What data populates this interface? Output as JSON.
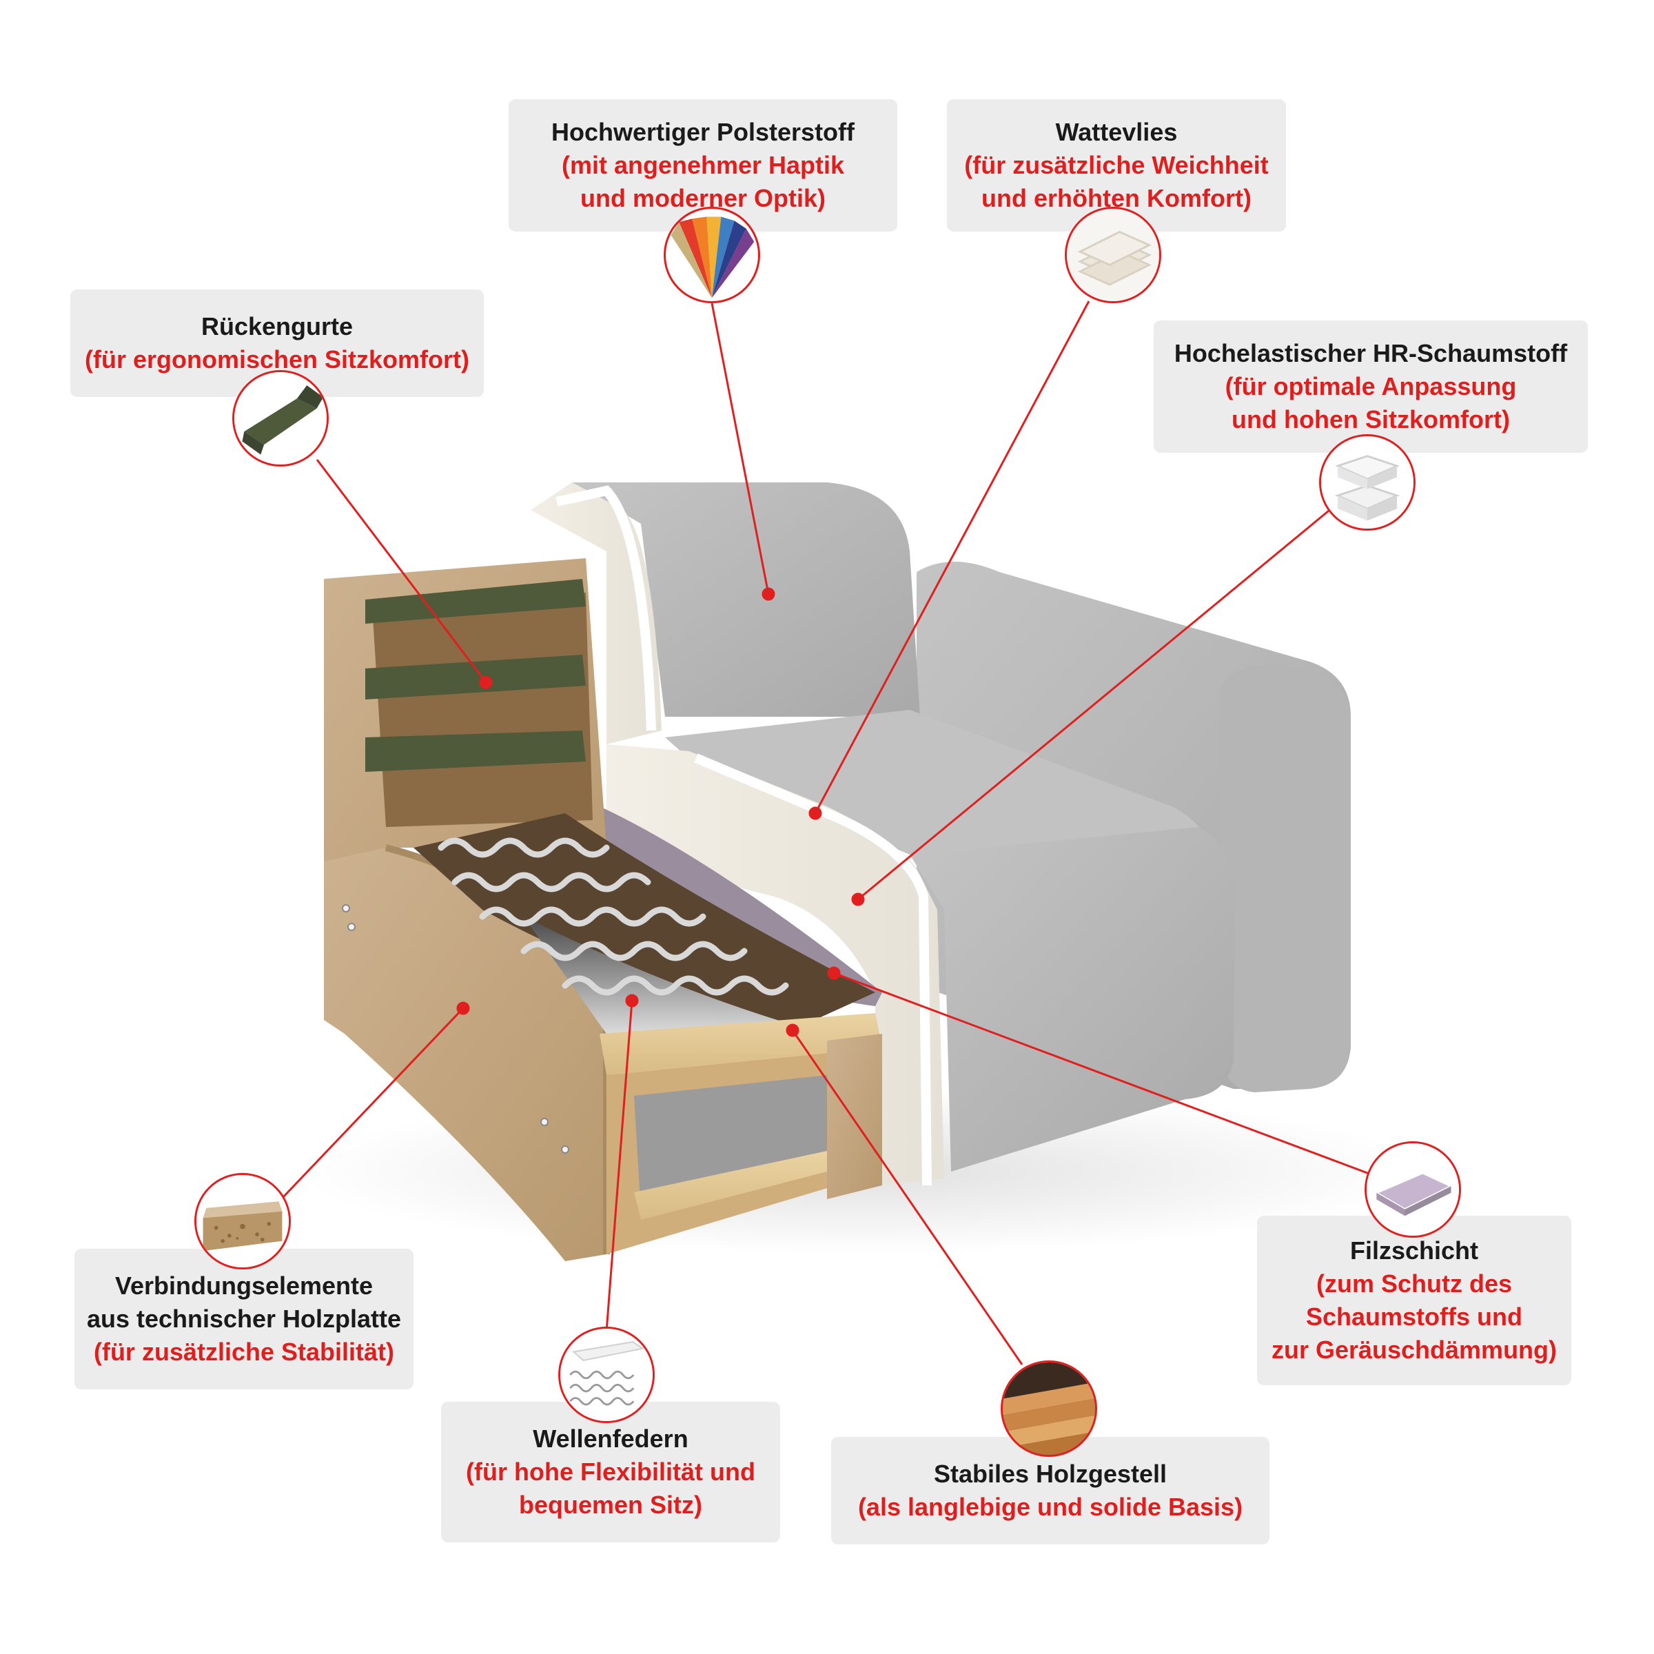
{
  "colors": {
    "accent": "#e11e1e",
    "callout_bg": "#ececec",
    "fabric_grey": "#b9b9b9",
    "chipboard": "#c7ab88"
  },
  "callouts": {
    "polsterstoff": {
      "title": "Hochwertiger Polsterstoff",
      "subtitle": "(mit angenehmer Haptik\nund moderner Optik)",
      "icon": "fabric-swatch-icon"
    },
    "wattevlies": {
      "title": "Wattevlies",
      "subtitle": "(für zusätzliche Weichheit\nund erhöhten Komfort)",
      "icon": "wadding-fleece-icon"
    },
    "rueckengurte": {
      "title": "Rückengurte",
      "subtitle": "(für ergonomischen Sitzkomfort)",
      "icon": "back-strap-icon"
    },
    "hr_schaum": {
      "title": "Hochelastischer HR-Schaumstoff",
      "subtitle": "(für optimale Anpassung\nund hohen Sitzkomfort)",
      "icon": "foam-block-icon"
    },
    "filzschicht": {
      "title": "Filzschicht",
      "subtitle": "(zum Schutz des\nSchaumstoffs und\nzur Geräuschdämmung)",
      "icon": "felt-layer-icon"
    },
    "holzplatte": {
      "title": "Verbindungselemente\naus technischer Holzplatte",
      "subtitle": "(für zusätzliche Stabilität)",
      "icon": "chipboard-icon"
    },
    "wellenfedern": {
      "title": "Wellenfedern",
      "subtitle": "(für hohe Flexibilität und\nbequemen Sitz)",
      "icon": "wave-spring-icon"
    },
    "holzgestell": {
      "title": "Stabiles Holzgestell",
      "subtitle": "(als langlebige und solide Basis)",
      "icon": "wood-planks-icon"
    }
  }
}
